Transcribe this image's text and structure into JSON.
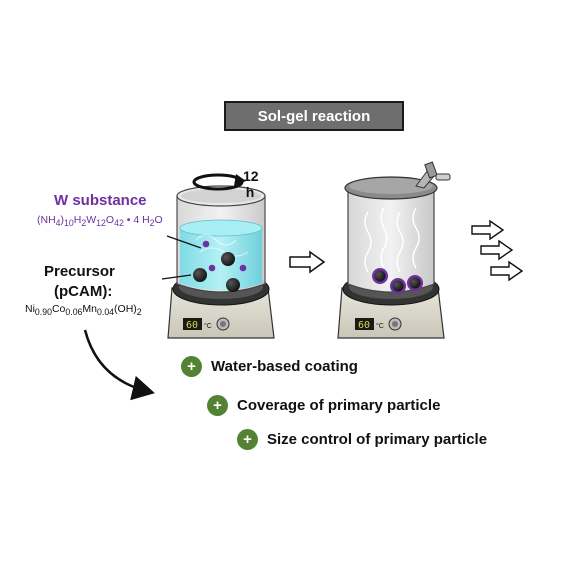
{
  "title": "Sol-gel reaction",
  "time_label": "12 h",
  "w_substance": {
    "label": "W substance",
    "formula_html": "(NH<sub>4</sub>)<sub>10</sub>H<sub>2</sub>W<sub>12</sub>O<sub>42</sub> • 4 H<sub>2</sub>O"
  },
  "precursor": {
    "label_line1": "Precursor",
    "label_line2": "(pCAM):",
    "formula_html": "Ni<sub>0.90</sub>Co<sub>0.06</sub>Mn<sub>0.04</sub>(OH)<sub>2</sub>"
  },
  "hotplate": {
    "display": "60",
    "unit": "°C"
  },
  "benefits": [
    "Water-based coating",
    "Coverage of primary particle",
    "Size control of primary particle"
  ],
  "colors": {
    "water": "#8ee4ee",
    "particle": "#222222",
    "w_particle": "#7030a0",
    "plus_badge": "#548235",
    "title_box": "#6e6e6e"
  }
}
